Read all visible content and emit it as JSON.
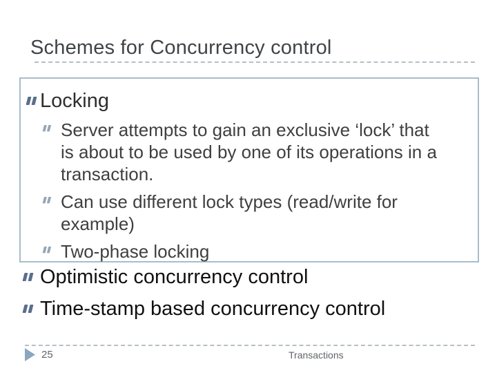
{
  "slide": {
    "title": "Schemes for Concurrency control",
    "page_number": "25",
    "footer_text": "Transactions"
  },
  "box": {
    "heading": "Locking",
    "sub_items": [
      {
        "lines": [
          "Server attempts to gain an exclusive ‘lock’ that",
          "is about to be used by one of its operations in a",
          "transaction."
        ]
      },
      {
        "lines": [
          "Can use different lock types (read/write for",
          "example)"
        ]
      },
      {
        "lines": [
          "Two-phase locking"
        ]
      }
    ]
  },
  "bottom_bullets": [
    {
      "label": "Optimistic concurrency control"
    },
    {
      "label": "Time-stamp based concurrency control"
    }
  ],
  "colors": {
    "title_text": "#404447",
    "box_border": "#a8bcca",
    "box_text": "#3f3f3f",
    "bullet_level1": "#5a6e8c",
    "bullet_level2": "#96a5b6",
    "dashed_rule": "#b6bfc5",
    "footer_text": "#606468",
    "page_arrow": "#8ca6c0"
  }
}
